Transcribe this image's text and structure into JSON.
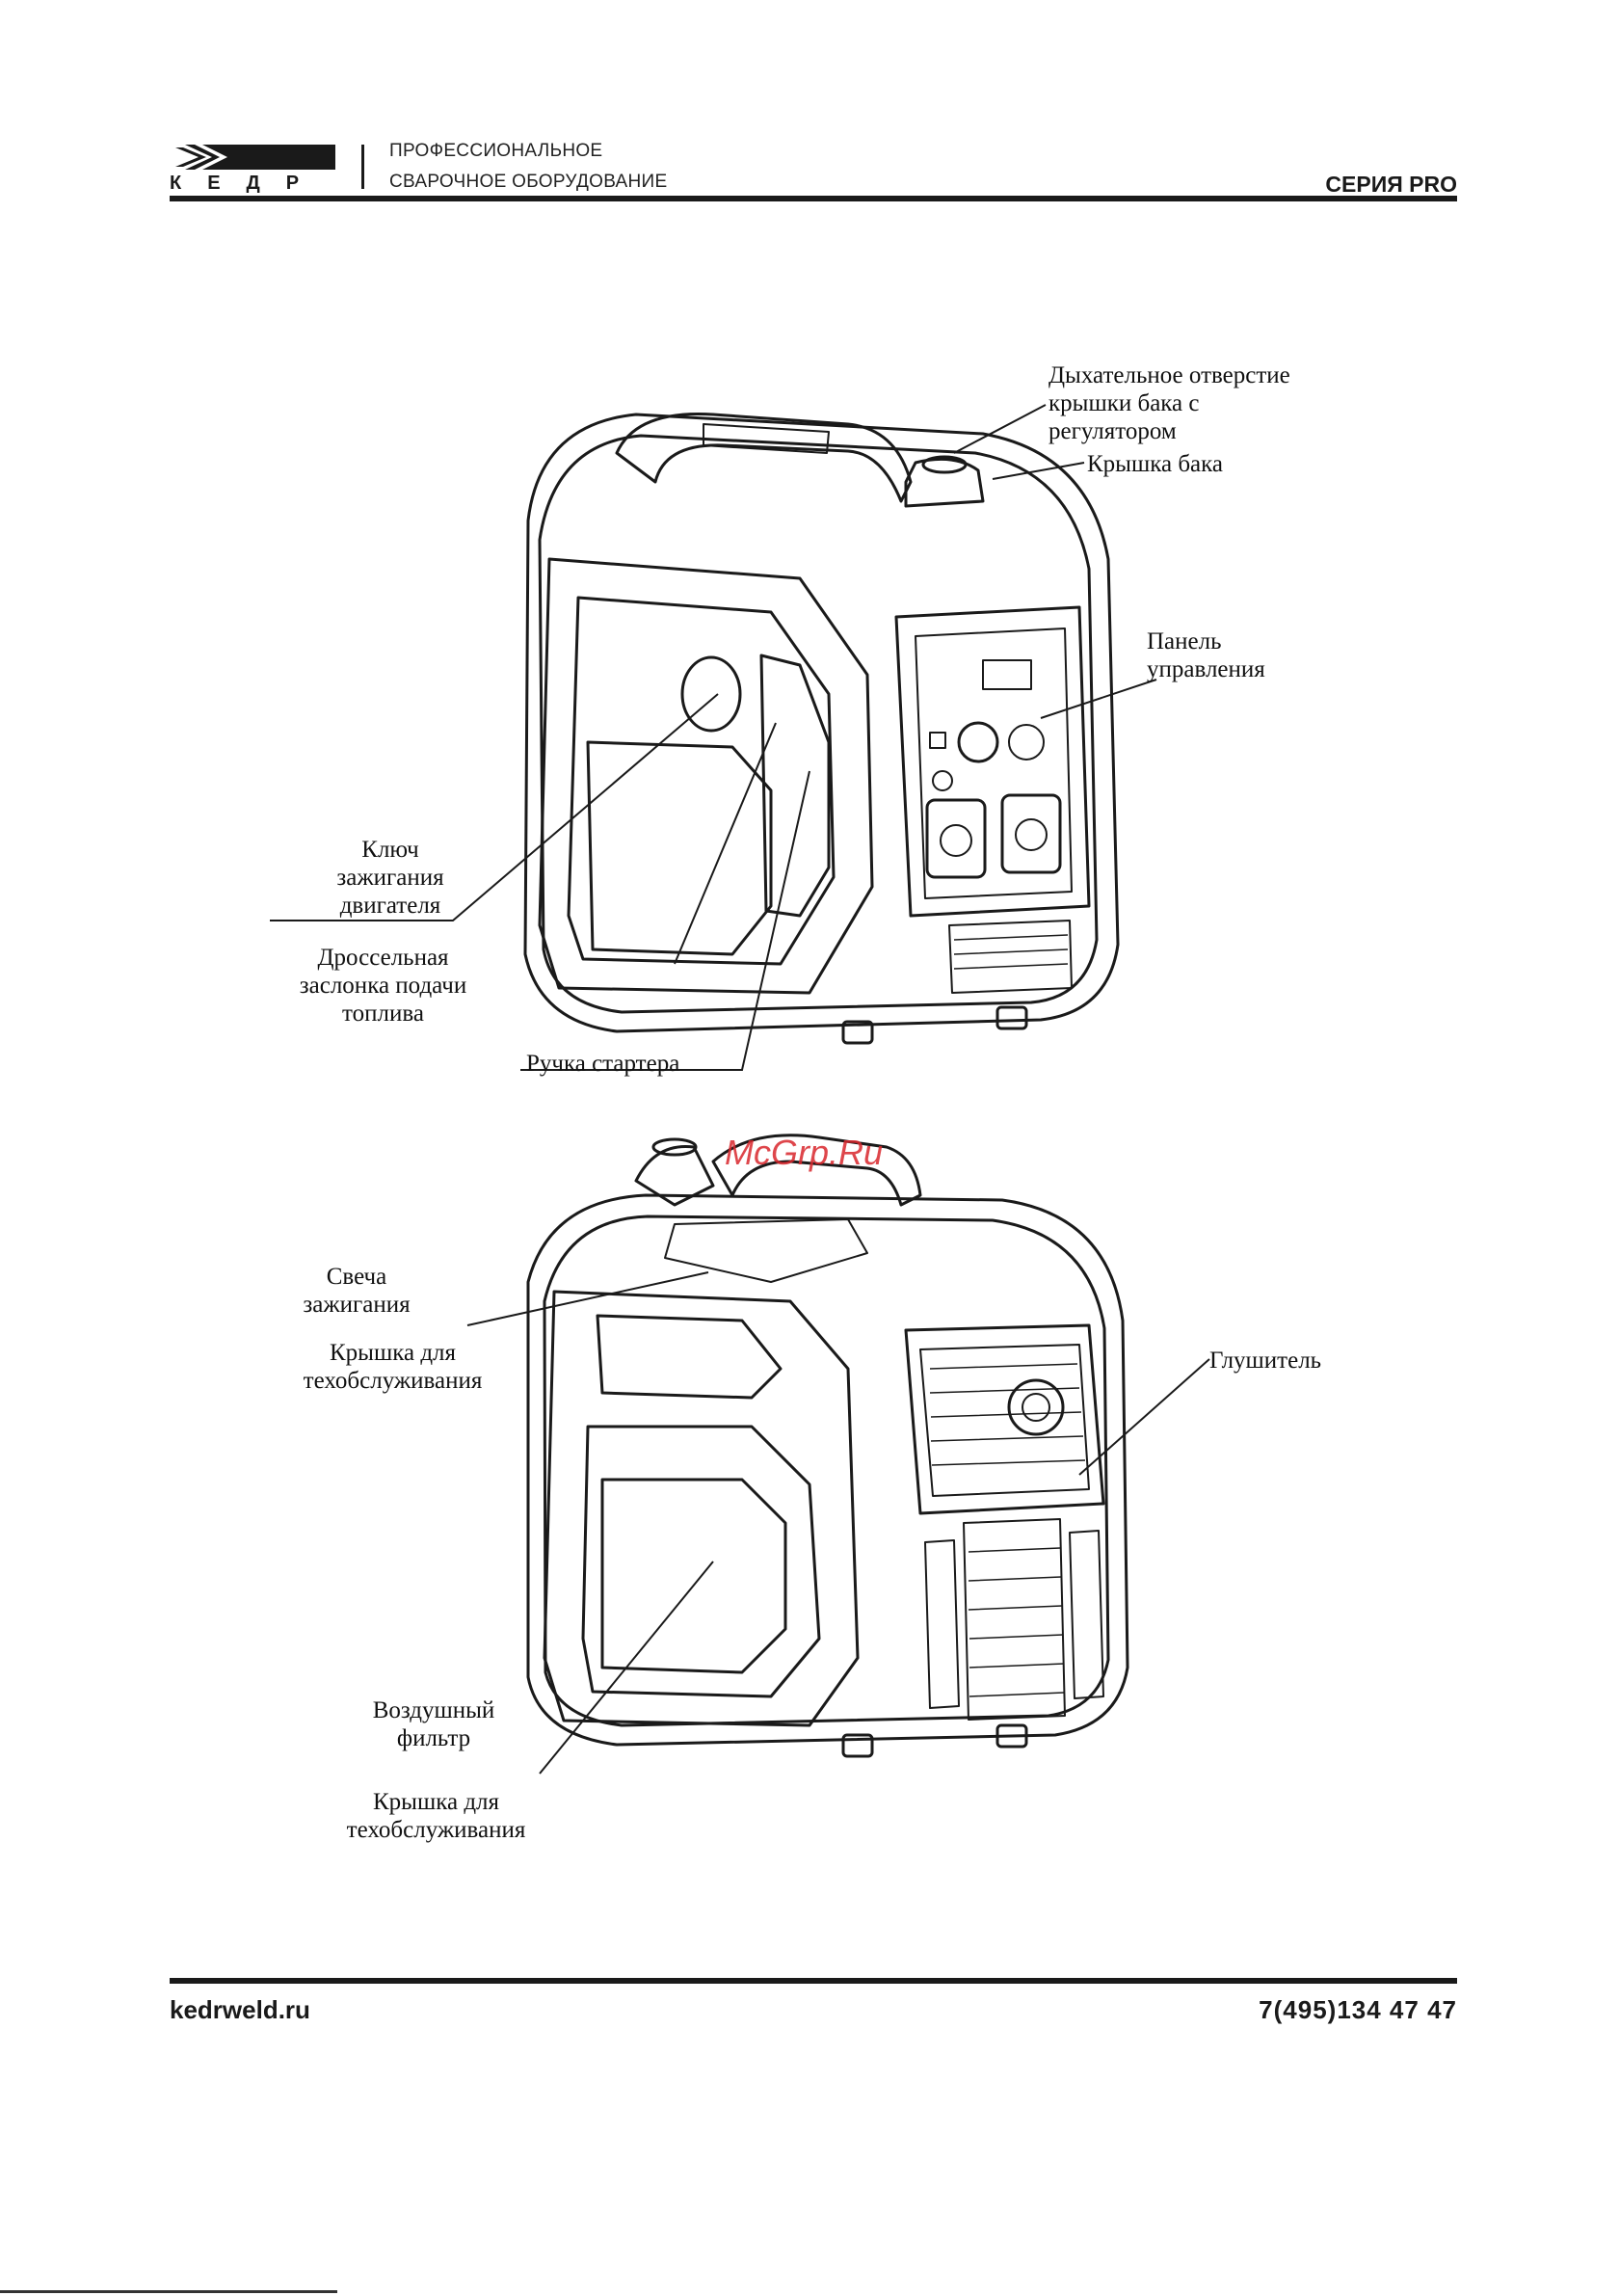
{
  "header": {
    "brand_letters": "КЕДР",
    "tagline_line1": "ПРОФЕССИОНАЛЬНОЕ",
    "tagline_line2": "СВАРОЧНОЕ ОБОРУДОВАНИЕ",
    "series": "СЕРИЯ PRO"
  },
  "figure_top": {
    "labels": {
      "breather": [
        "Дыхательное отверстие",
        "крышки бака с",
        "регулятором"
      ],
      "tank_cap": "Крышка бака",
      "control_panel": [
        "Панель",
        "управления"
      ],
      "ignition_key": [
        "Ключ",
        "зажигания",
        "двигателя"
      ],
      "choke": [
        "Дроссельная",
        "заслонка подачи",
        "топлива"
      ],
      "starter": "Ручка стартера"
    }
  },
  "figure_bottom": {
    "labels": {
      "spark_plug": [
        "Свеча",
        "зажигания"
      ],
      "service_cover_top": [
        "Крышка для",
        "техобслуживания"
      ],
      "muffler": "Глушитель",
      "air_filter": [
        "Воздушный",
        "фильтр"
      ],
      "service_cover_bottom": [
        "Крышка для",
        "техобслуживания"
      ]
    }
  },
  "watermark": "McGrp.Ru",
  "footer": {
    "website": "kedrweld.ru",
    "phone": "7(495)134 47 47"
  }
}
